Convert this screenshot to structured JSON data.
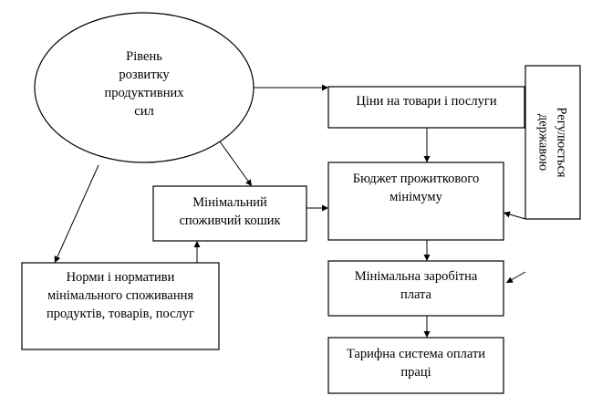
{
  "nodes": {
    "productive_forces": "Рівень\nрозвитку\nпродуктивних\nсил",
    "prices": "Ціни на товари і послуги",
    "state_regulated": "Регулюється\nдержавою",
    "min_basket": "Мінімальний\nспоживчий кошик",
    "subsistence_budget": "Бюджет прожиткового\nмінімуму",
    "norms": "Норми і нормативи\nмінімального споживання\nпродуктів, товарів, послуг",
    "min_wage": "Мінімальна заробітна\nплата",
    "tariff_system": "Тарифна система оплати\nпраці"
  }
}
